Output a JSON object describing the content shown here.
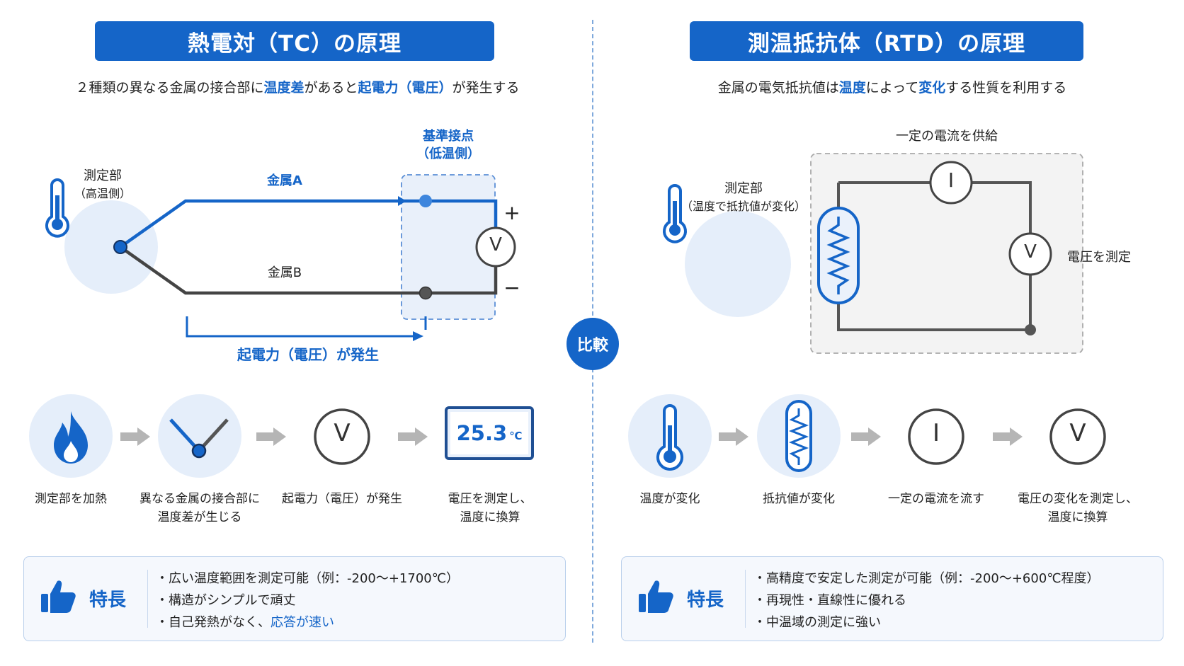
{
  "tc": {
    "title": "熱電対（TC）の原理",
    "subtitle": {
      "p1": "２種類の異なる金属の接合部に",
      "h1": "温度差",
      "p2": "があると",
      "h2": "起電力（電圧）",
      "p3": "が発生する"
    },
    "diagram": {
      "measure_label_1": "測定部",
      "measure_label_2": "（高温側）",
      "metal_a": "金属A",
      "metal_b": "金属B",
      "ref_label_1": "基準接点",
      "ref_label_2": "（低温側）",
      "plus": "+",
      "minus": "−",
      "meter": "V",
      "emf_label": "起電力（電圧）が発生"
    },
    "steps": [
      {
        "label_1": "測定部を加熱",
        "label_2": ""
      },
      {
        "label_1": "異なる金属の接合部に",
        "label_2": "温度差が生じる"
      },
      {
        "label_1": "起電力（電圧）が発生",
        "label_2": ""
      },
      {
        "label_1": "電圧を測定し、",
        "label_2": "温度に換算"
      }
    ],
    "step_meter": "V",
    "readout_value": "25.3",
    "readout_unit": "℃",
    "feature_title": "特長",
    "features": {
      "f1": "広い温度範囲を測定可能（例：-200～+1700℃）",
      "f2": "構造がシンプルで頑丈",
      "f3_a": "自己発熱がなく、",
      "f3_b": "応答が速い"
    }
  },
  "compare_label": "比較",
  "rtd": {
    "title": "測温抵抗体（RTD）の原理",
    "subtitle": {
      "p1": "金属の電気抵抗値は",
      "h1": "温度",
      "p2": "によって",
      "h2": "変化",
      "p3": "する性質を利用する"
    },
    "diagram": {
      "supply_label": "一定の電流を供給",
      "measure_label_1": "測定部",
      "measure_label_2": "（温度で抵抗値が変化）",
      "current_meter": "I",
      "voltage_meter": "V",
      "voltage_label": "電圧を測定"
    },
    "steps": [
      {
        "label_1": "温度が変化",
        "label_2": ""
      },
      {
        "label_1": "抵抗値が変化",
        "label_2": ""
      },
      {
        "label_1": "一定の電流を流す",
        "label_2": ""
      },
      {
        "label_1": "電圧の変化を測定し、",
        "label_2": "温度に換算"
      }
    ],
    "step_current": "I",
    "step_voltage": "V",
    "feature_title": "特長",
    "features": {
      "f1": "高精度で安定した測定が可能（例：-200～+600℃程度）",
      "f2": "再現性・直線性に優れる",
      "f3": "中温域の測定に強い"
    }
  },
  "colors": {
    "accent": "#1565c8",
    "light_fill": "#e5eefa",
    "wire_dark": "#444444",
    "dashed_box": "#a9a9a9"
  }
}
